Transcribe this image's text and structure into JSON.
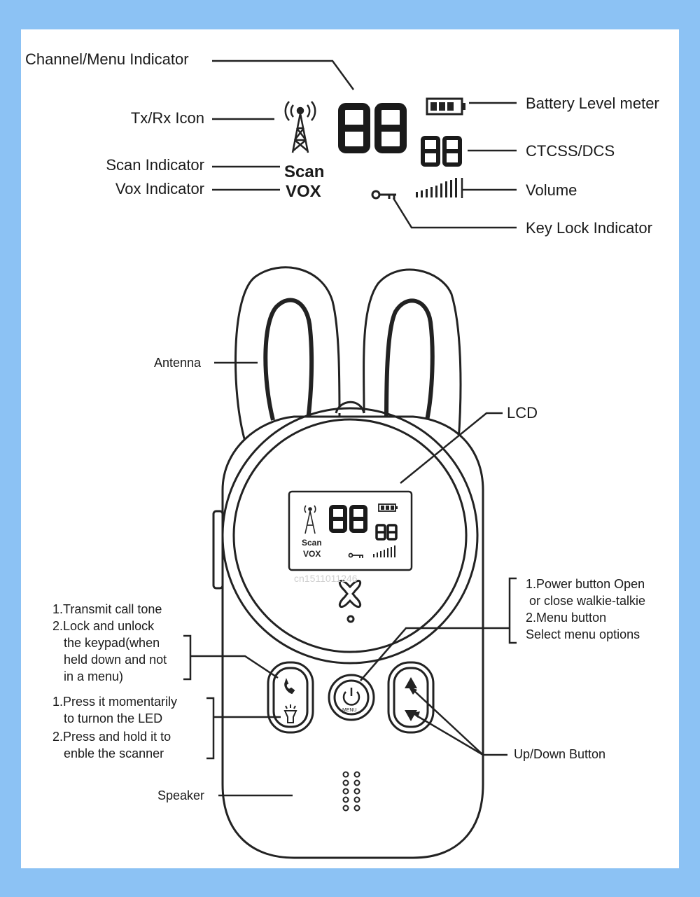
{
  "colors": {
    "frame": "#8cc2f4",
    "panel": "#ffffff",
    "ink": "#1a1a1a"
  },
  "lcd_legend": {
    "channel_menu_indicator": "Channel/Menu Indicator",
    "tx_rx_icon": "Tx/Rx Icon",
    "scan_indicator": "Scan Indicator",
    "vox_indicator": "Vox Indicator",
    "battery_level_meter": "Battery Level meter",
    "ctcss_dcs": "CTCSS/DCS",
    "volume": "Volume",
    "key_lock_indicator": "Key Lock Indicator",
    "scan_text": "Scan",
    "vox_text": "VOX",
    "channel_digits": "88",
    "code_digits": "88"
  },
  "device": {
    "antenna": "Antenna",
    "lcd": "LCD",
    "speaker": "Speaker",
    "watermark": "cn1511011246",
    "menu_label": "MENU",
    "screen_scan": "Scan",
    "screen_vox": "VOX",
    "screen_channel": "88",
    "screen_code": "88",
    "left_top_button_notes": [
      "1.Transmit call tone",
      "2.Lock and unlock",
      "the keypad(when",
      "held down and not",
      "in a menu)"
    ],
    "left_bottom_button_notes": [
      "1.Press it momentarily",
      "to turnon the LED",
      "2.Press and hold it to",
      "enble the scanner"
    ],
    "power_button_notes": [
      "1.Power button Open",
      "or close walkie-talkie",
      "2.Menu button",
      "Select menu options"
    ],
    "up_down_button": "Up/Down Button"
  },
  "icons": [
    "tower-icon",
    "battery-icon",
    "key-icon",
    "volume-bars-icon",
    "phone-icon",
    "flashlight-icon",
    "power-icon",
    "up-arrow-icon",
    "down-arrow-icon",
    "logo-icon",
    "speaker-grille-icon"
  ]
}
